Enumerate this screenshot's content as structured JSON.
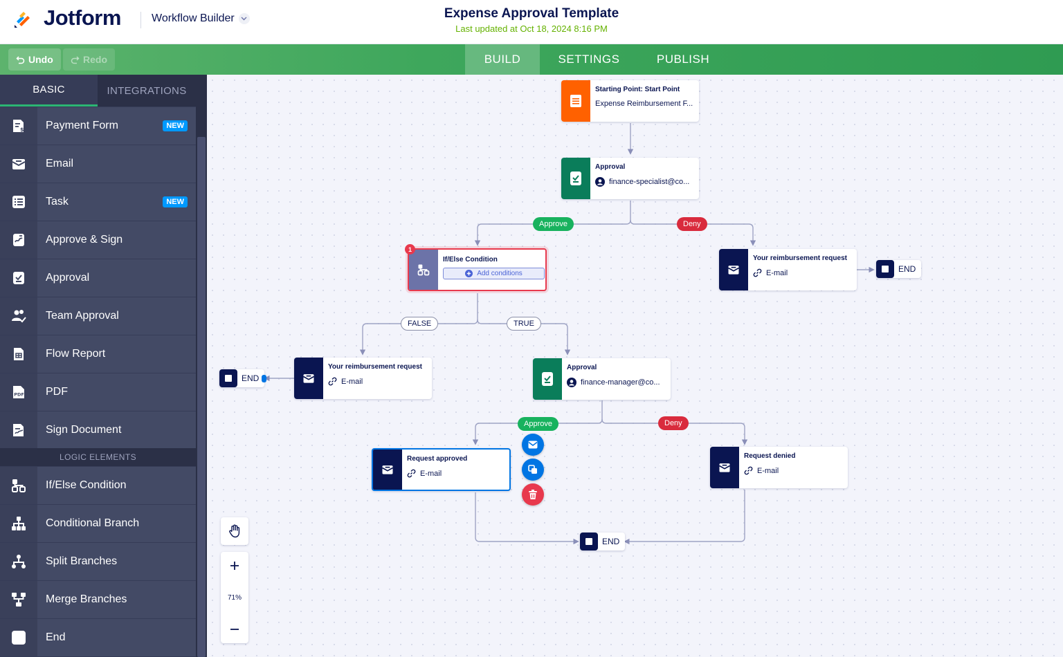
{
  "header": {
    "brand": "Jotform",
    "builder_menu": "Workflow Builder",
    "title": "Expense Approval Template",
    "last_updated": "Last updated at Oct 18, 2024 8:16 PM"
  },
  "toolbar": {
    "undo": "Undo",
    "redo": "Redo",
    "tabs": [
      "BUILD",
      "SETTINGS",
      "PUBLISH"
    ],
    "active_tab": "BUILD"
  },
  "sidebar": {
    "tabs": [
      "BASIC",
      "INTEGRATIONS"
    ],
    "items": [
      {
        "label": "Payment Form",
        "badge": "NEW",
        "icon": "payment-form-icon"
      },
      {
        "label": "Email",
        "badge": "",
        "icon": "email-icon"
      },
      {
        "label": "Task",
        "badge": "NEW",
        "icon": "task-icon"
      },
      {
        "label": "Approve & Sign",
        "badge": "",
        "icon": "approve-sign-icon"
      },
      {
        "label": "Approval",
        "badge": "",
        "icon": "approval-icon"
      },
      {
        "label": "Team Approval",
        "badge": "",
        "icon": "team-approval-icon"
      },
      {
        "label": "Flow Report",
        "badge": "",
        "icon": "flow-report-icon"
      },
      {
        "label": "PDF",
        "badge": "",
        "icon": "pdf-icon"
      },
      {
        "label": "Sign Document",
        "badge": "",
        "icon": "sign-document-icon"
      }
    ],
    "logic_section": "LOGIC ELEMENTS",
    "logic_items": [
      {
        "label": "If/Else Condition",
        "icon": "if-else-icon"
      },
      {
        "label": "Conditional Branch",
        "icon": "conditional-branch-icon"
      },
      {
        "label": "Split Branches",
        "icon": "split-branches-icon"
      },
      {
        "label": "Merge Branches",
        "icon": "merge-branches-icon"
      },
      {
        "label": "End",
        "icon": "end-icon"
      }
    ]
  },
  "canvas": {
    "start": {
      "title": "Starting Point: Start Point",
      "subtitle": "Expense Reimbursement F..."
    },
    "approval1": {
      "title": "Approval",
      "assignee": "finance-specialist@co..."
    },
    "condition": {
      "title": "If/Else Condition",
      "action": "Add conditions",
      "error_count": "1"
    },
    "email_deny1": {
      "title": "Your reimbursement request",
      "subtitle": "E-mail"
    },
    "email_false": {
      "title": "Your reimbursement request",
      "subtitle": "E-mail"
    },
    "approval2": {
      "title": "Approval",
      "assignee": "finance-manager@co..."
    },
    "request_approved": {
      "title": "Request approved",
      "subtitle": "E-mail"
    },
    "request_denied": {
      "title": "Request denied",
      "subtitle": "E-mail"
    },
    "end_label": "END",
    "labels": {
      "approve": "Approve",
      "deny": "Deny",
      "false": "FALSE",
      "true": "TRUE"
    },
    "zoom": "71%"
  },
  "colors": {
    "navy": "#0a1551",
    "green_accent": "#2bb673",
    "approve": "#18b25e",
    "deny": "#d92b3d",
    "start_orange": "#ff6100",
    "approval_green": "#0a7d5a",
    "selected_blue": "#0075e3"
  }
}
